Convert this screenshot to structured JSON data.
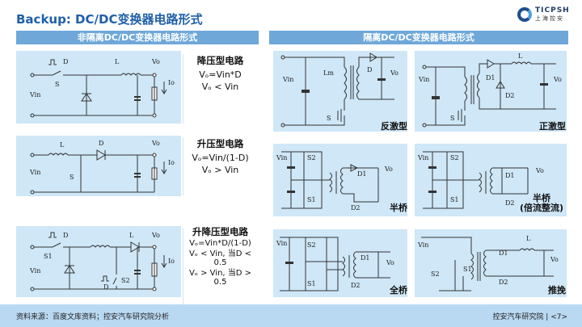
{
  "header": {
    "title": "Backup: DC/DC变换器电路形式",
    "logo_text": "TICPSH",
    "logo_sub": "上海控安"
  },
  "sections": {
    "non_isolated": "非隔离DC/DC变换器电路形式",
    "isolated": "隔离DC/DC变换器电路形式"
  },
  "non_isolated": [
    {
      "name": "降压型电路",
      "lines": [
        "Vₒ=Vin*D",
        "Vₒ < Vin"
      ],
      "labels": {
        "vin": "Vin",
        "vo": "Vo",
        "io": "Io",
        "l": "L",
        "d": "D",
        "s": "S"
      }
    },
    {
      "name": "升压型电路",
      "lines": [
        "Vₒ=Vin/(1-D)",
        "Vₒ > Vin"
      ],
      "labels": {
        "vin": "Vin",
        "vo": "Vo",
        "io": "Io",
        "l": "L",
        "d": "D",
        "s": "S"
      }
    },
    {
      "name": "升降压型电路",
      "lines": [
        "Vₒ=Vin*D/(1-D)",
        "Vₒ < Vin, 当D < 0.5",
        "Vₒ > Vin, 当D > 0.5"
      ],
      "labels": {
        "vin": "Vin",
        "vo": "Vo",
        "io": "Io",
        "l": "L",
        "d": "D",
        "s1": "S1",
        "s2": "S2"
      }
    }
  ],
  "isolated": [
    {
      "name": "反激型",
      "labels": {
        "vin": "Vin",
        "vo": "Vo",
        "lm": "Lm",
        "d": "D",
        "s": "S"
      }
    },
    {
      "name": "正激型",
      "labels": {
        "vin": "Vin",
        "vo": "Vo",
        "l": "L",
        "d1": "D1",
        "d2": "D2",
        "s": "S"
      }
    },
    {
      "name": "半桥",
      "labels": {
        "vin": "Vin",
        "vo": "Vo",
        "s1": "S1",
        "s2": "S2",
        "d1": "D1",
        "d2": "D2"
      }
    },
    {
      "name": "半桥\n(倍流整流)",
      "labels": {
        "vin": "Vin",
        "vo": "Vo",
        "s1": "S1",
        "s2": "S2",
        "d1": "D1",
        "d2": "D2"
      }
    },
    {
      "name": "全桥",
      "labels": {
        "vin": "Vin",
        "vo": "Vo",
        "s1": "S1",
        "s2": "S2",
        "d1": "D1",
        "d2": "D2"
      }
    },
    {
      "name": "推挽",
      "labels": {
        "vin": "Vin",
        "vo": "Vo",
        "s1": "S1",
        "s2": "S2",
        "d1": "D1",
        "d2": "D2",
        "l": "L"
      }
    }
  ],
  "footer": {
    "source": "资料来源：百度文库资料；控安汽车研究院分析",
    "org": "控安汽车研究院 | <7>"
  }
}
